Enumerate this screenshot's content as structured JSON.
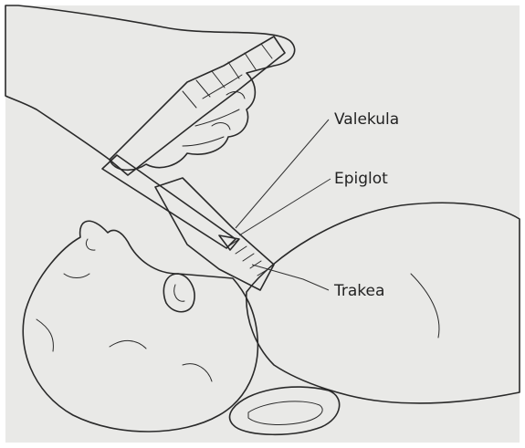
{
  "figure": {
    "background_color": "#e9e9e7",
    "skin_color": "#f8ddd3",
    "airway_color": "#eebcac",
    "instrument_color": "#d9d9d9",
    "labels": [
      {
        "id": "valekula",
        "text": "Valekula"
      },
      {
        "id": "epiglot",
        "text": "Epiglot"
      },
      {
        "id": "trakea",
        "text": "Trakea"
      }
    ]
  }
}
